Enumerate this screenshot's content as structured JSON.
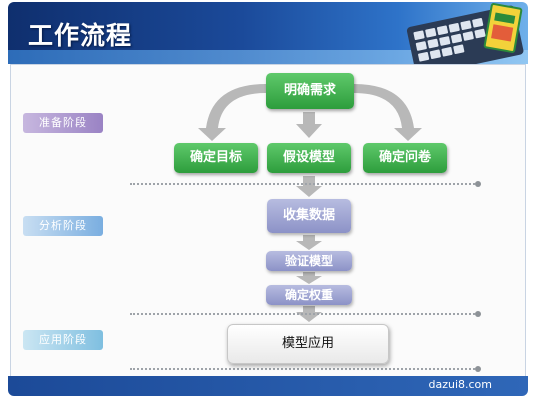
{
  "title": "工作流程",
  "stages": {
    "prep": "准备阶段",
    "analysis": "分析阶段",
    "application": "应用阶段"
  },
  "nodes": {
    "top": "明确需求",
    "goal": "确定目标",
    "hypothesis": "假设模型",
    "questionnaire": "确定问卷",
    "collect": "收集数据",
    "verify": "验证模型",
    "weights": "确定权重",
    "apply": "模型应用"
  },
  "footer": "dazui8.com",
  "colors": {
    "header": "#1b4a9a",
    "green_node": "#2d9d3c",
    "purple_node": "#8c92c7",
    "arrow": "#b5b5b5"
  }
}
